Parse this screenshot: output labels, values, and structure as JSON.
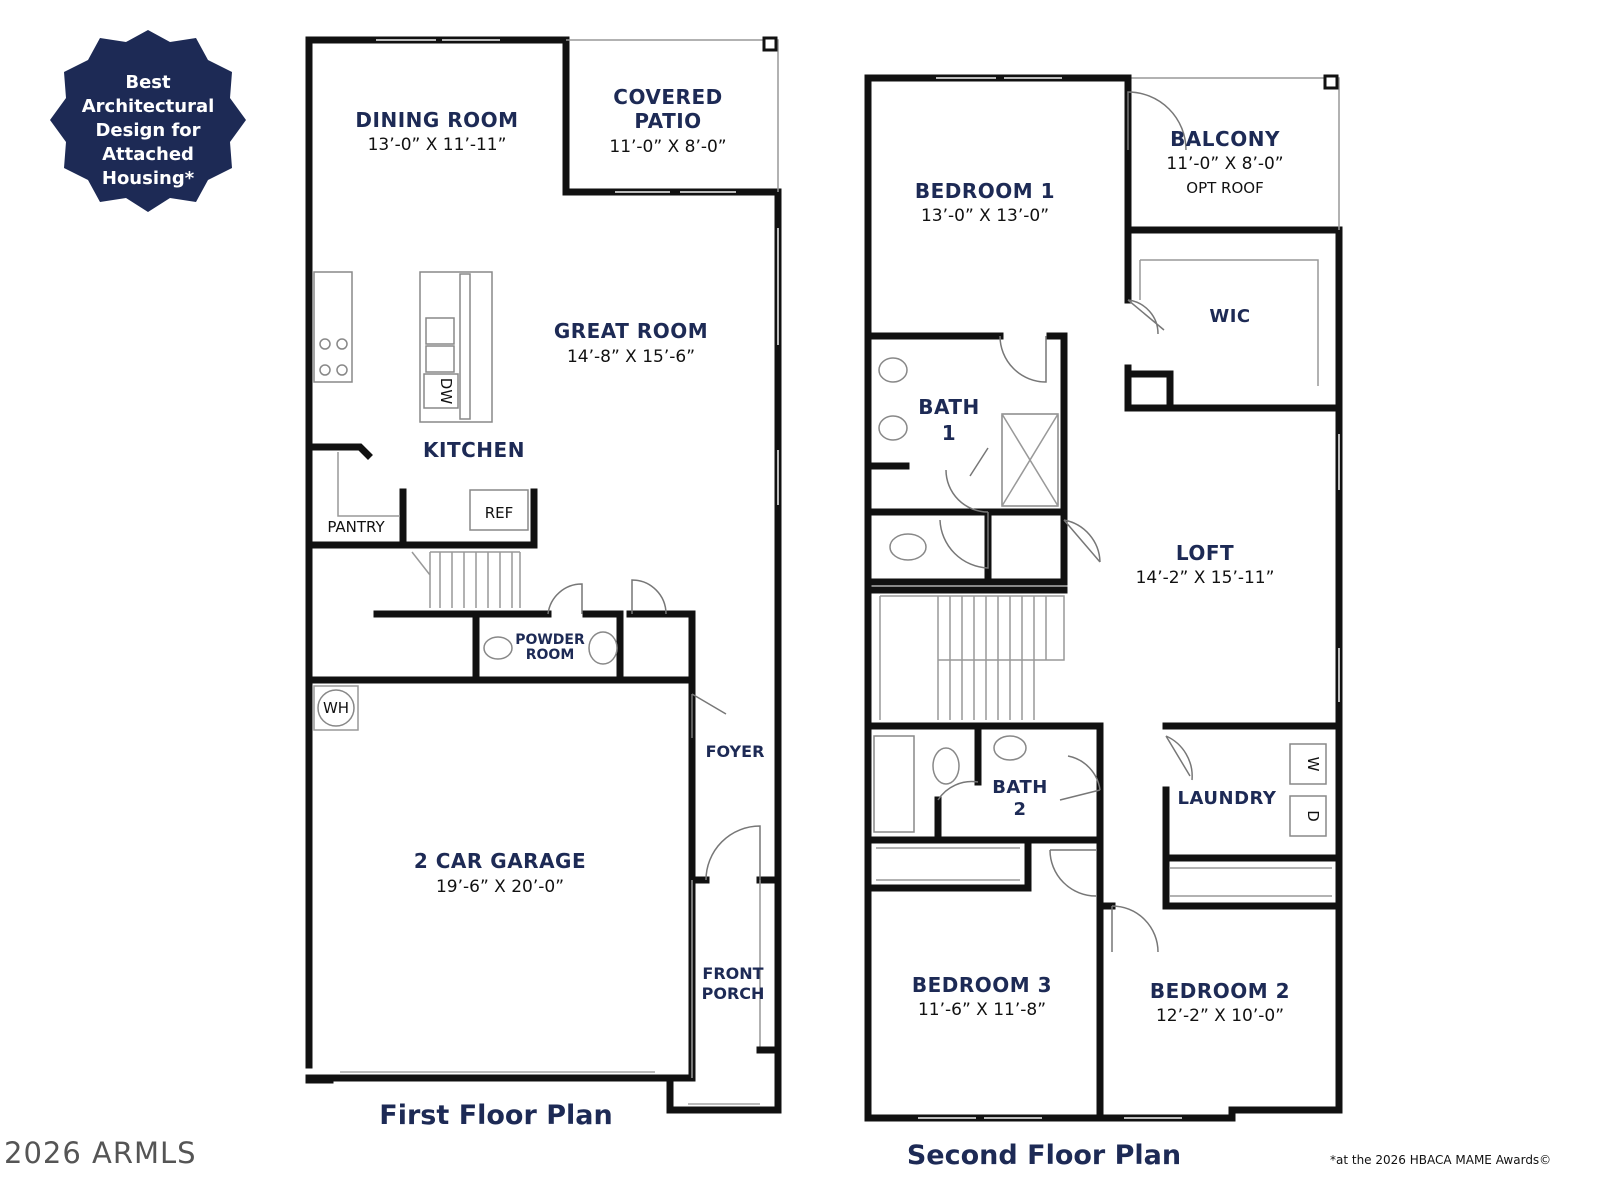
{
  "badge": {
    "lines": [
      "Best",
      "Architectural",
      "Design for",
      "Attached",
      "Housing*"
    ],
    "color": "#1d2a55"
  },
  "first_floor": {
    "title": "First Floor Plan",
    "rooms": {
      "dining": {
        "name": "DINING ROOM",
        "dims": "13’-0” X 11’-11”"
      },
      "patio": {
        "name1": "COVERED",
        "name2": "PATIO",
        "dims": "11’-0” X 8’-0”"
      },
      "great": {
        "name": "GREAT ROOM",
        "dims": "14’-8” X 15’-6”"
      },
      "kitchen": {
        "name": "KITCHEN"
      },
      "pantry": {
        "name": "PANTRY"
      },
      "ref": {
        "name": "REF"
      },
      "dw": {
        "name": "DW"
      },
      "powder": {
        "name1": "POWDER",
        "name2": "ROOM"
      },
      "wh": {
        "name": "WH"
      },
      "garage": {
        "name": "2 CAR GARAGE",
        "dims": "19’-6” X 20’-0”"
      },
      "foyer": {
        "name": "FOYER"
      },
      "porch": {
        "name1": "FRONT",
        "name2": "PORCH"
      }
    }
  },
  "second_floor": {
    "title": "Second Floor Plan",
    "rooms": {
      "bed1": {
        "name": "BEDROOM 1",
        "dims": "13’-0” X 13’-0”"
      },
      "balcony": {
        "name": "BALCONY",
        "dims": "11’-0” X 8’-0”",
        "note": "OPT ROOF"
      },
      "wic": {
        "name": "WIC"
      },
      "bath1": {
        "name1": "BATH",
        "name2": "1"
      },
      "loft": {
        "name": "LOFT",
        "dims": "14’-2” X 15’-11”"
      },
      "bath2": {
        "name1": "BATH",
        "name2": "2"
      },
      "laundry": {
        "name": "LAUNDRY",
        "w": "W",
        "d": "D"
      },
      "bed3": {
        "name": "BEDROOM 3",
        "dims": "11’-6” X 11’-8”"
      },
      "bed2": {
        "name": "BEDROOM 2",
        "dims": "12’-2” X 10’-0”"
      }
    }
  },
  "copyright": "2026 ARMLS",
  "footnote": "*at the 2026 HBACA MAME Awards©",
  "colors": {
    "label": "#1d2a55",
    "wall": "#111111"
  }
}
